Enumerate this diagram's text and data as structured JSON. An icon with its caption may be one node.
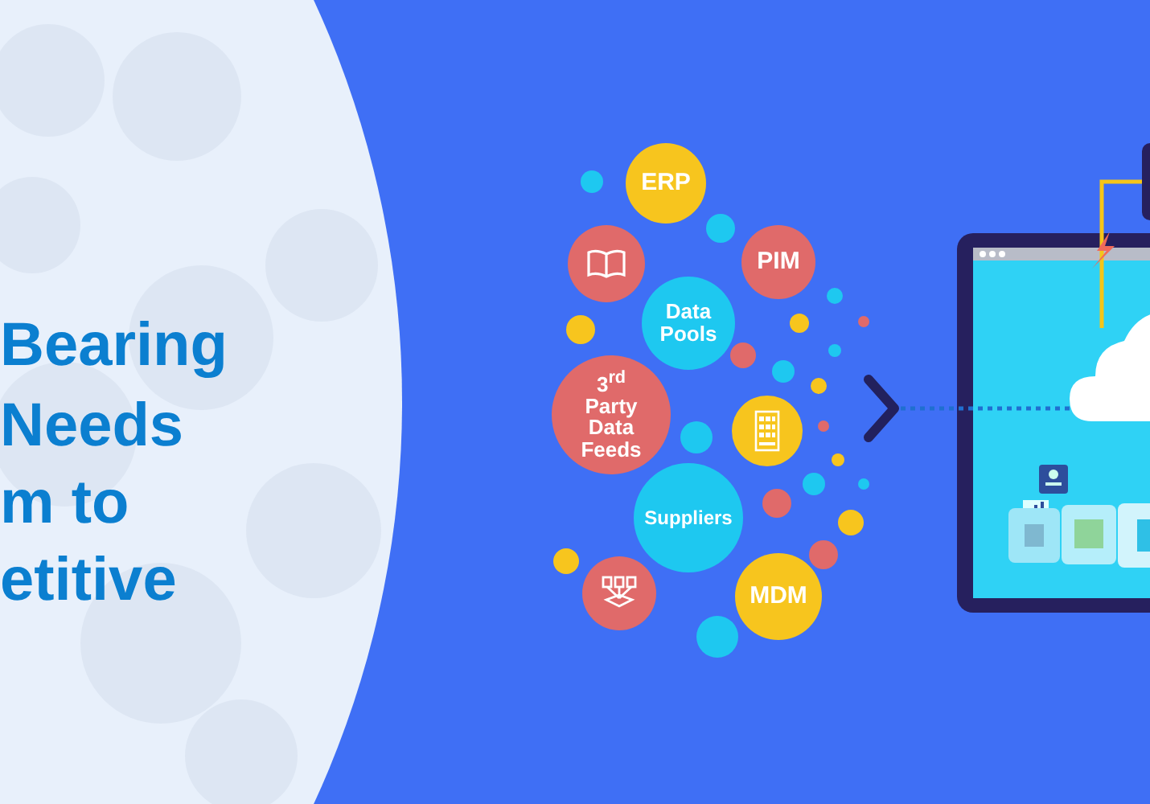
{
  "diagram": {
    "nodes": [
      {
        "text": [
          "ERP"
        ]
      },
      {
        "text": [],
        "shape": "circle"
      },
      {
        "text": [
          "PIM"
        ]
      },
      {
        "text": [
          "Data Pools"
        ]
      },
      {
        "text": [
          "3$^{rd}$ Party Data Feeds"
        ]
      },
      {
        "text": [],
        "shape": "circle"
      },
      {
        "text": [
          "Suppliers"
        ]
      },
      {
        "text": [],
        "shape": "circle"
      },
      {
        "text": [
          "MDM"
        ]
      },
      {
        "text": [],
        "shape": "box"
      },
      {
        "text": [],
        "shape": "box"
      },
      {
        "text": [],
        "shape": "cloud",
        "in": 10
      }
    ],
    "edges": [
      {
        "from": null,
        "to": 11,
        "arrow": "none",
        "style": "dashed",
        "color": "#1f6fd0"
      },
      {
        "from": 9,
        "to": 11,
        "arrow": "none",
        "color": "#f5c518"
      }
    ],
    "labels": [
      "Bearing",
      "Needs",
      "m to",
      "etitive"
    ]
  }
}
